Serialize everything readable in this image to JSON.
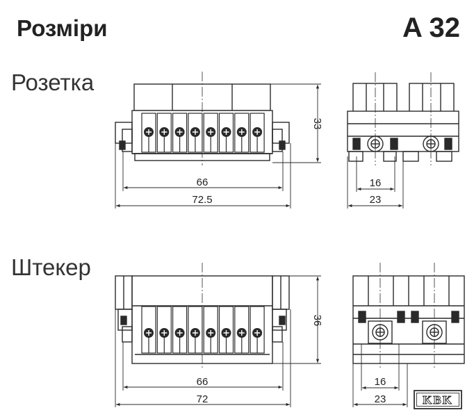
{
  "header": {
    "title": "Розміри",
    "product_code": "A 32"
  },
  "socket": {
    "label": "Розетка",
    "dim_width_inner": "66",
    "dim_width_outer": "72.5",
    "dim_height": "33",
    "dim_side_inner": "16",
    "dim_side_outer": "23"
  },
  "plug": {
    "label": "Штекер",
    "dim_width_inner": "66",
    "dim_width_outer": "72",
    "dim_height": "36",
    "dim_side_inner": "16",
    "dim_side_outer": "23"
  },
  "logo": {
    "text": "KBK"
  },
  "colors": {
    "line": "#2a2a2a",
    "background": "#ffffff"
  }
}
